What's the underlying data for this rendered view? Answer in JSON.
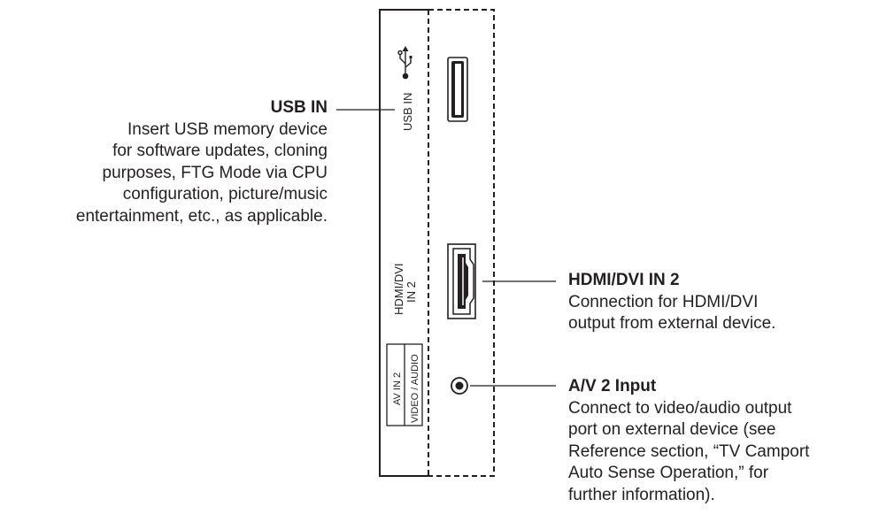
{
  "panel": {
    "usb_label": "USB IN",
    "hdmi_label_line1": "HDMI/DVI",
    "hdmi_label_line2": "IN 2",
    "av_label_line1": "AV IN 2",
    "av_label_line2": "VIDEO / AUDIO"
  },
  "callouts": {
    "usb": {
      "title": "USB IN",
      "lines": [
        "Insert USB memory device",
        "for software updates, cloning",
        "purposes, FTG Mode via CPU",
        "configuration, picture/music",
        "entertainment, etc., as applicable."
      ]
    },
    "hdmi": {
      "title": "HDMI/DVI IN 2",
      "lines": [
        "Connection for HDMI/DVI",
        "output from external device."
      ]
    },
    "av": {
      "title": "A/V 2 Input",
      "lines": [
        "Connect to video/audio output",
        "port on external device (see",
        "Reference section, “TV Camport",
        "Auto Sense Operation,” for",
        "further information)."
      ]
    }
  },
  "colors": {
    "ink": "#231f20",
    "background": "#ffffff"
  },
  "icons": {
    "usb_symbol": "usb-icon",
    "usb_port": "usb-port-icon",
    "hdmi_port": "hdmi-port-icon",
    "av_jack": "av-jack-icon"
  }
}
